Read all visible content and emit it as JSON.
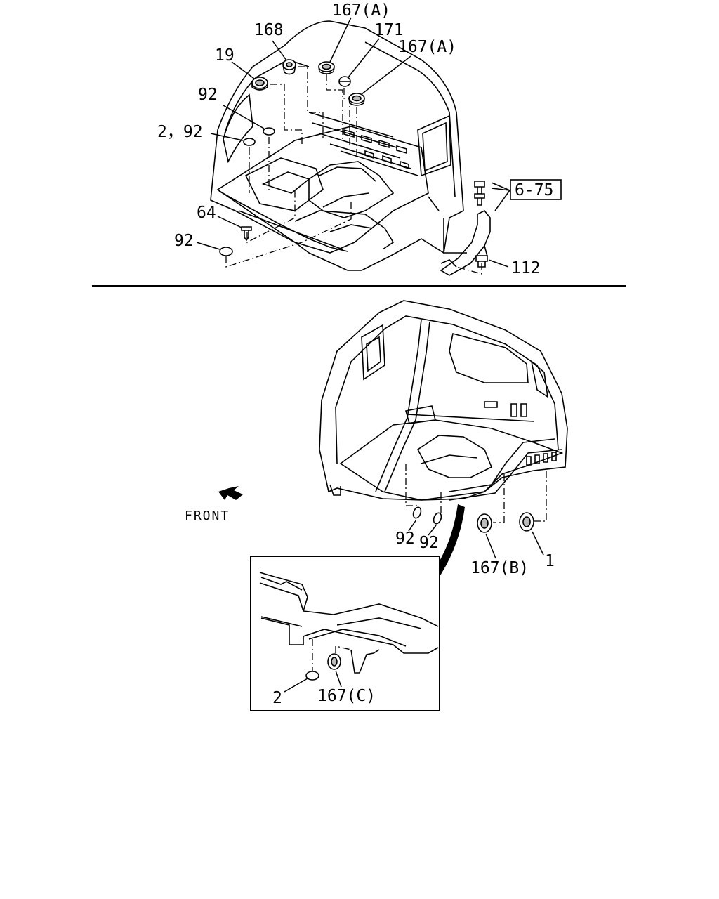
{
  "top_view": {
    "labels": {
      "l167a_top": "167(A)",
      "l168": "168",
      "l171": "171",
      "l167a_right": "167(A)",
      "l19": "19",
      "l92_a": "92",
      "l2_92": "2，92",
      "l64": "64",
      "l92_b": "92",
      "l112": "112",
      "ref_6_75": "6-75"
    }
  },
  "bottom_view": {
    "front_label": "FRONT",
    "labels": {
      "l92_c": "92",
      "l92_d": "92",
      "l167b": "167(B)",
      "l1": "1"
    }
  },
  "detail_view": {
    "labels": {
      "l2": "2",
      "l167c": "167(C)"
    }
  }
}
